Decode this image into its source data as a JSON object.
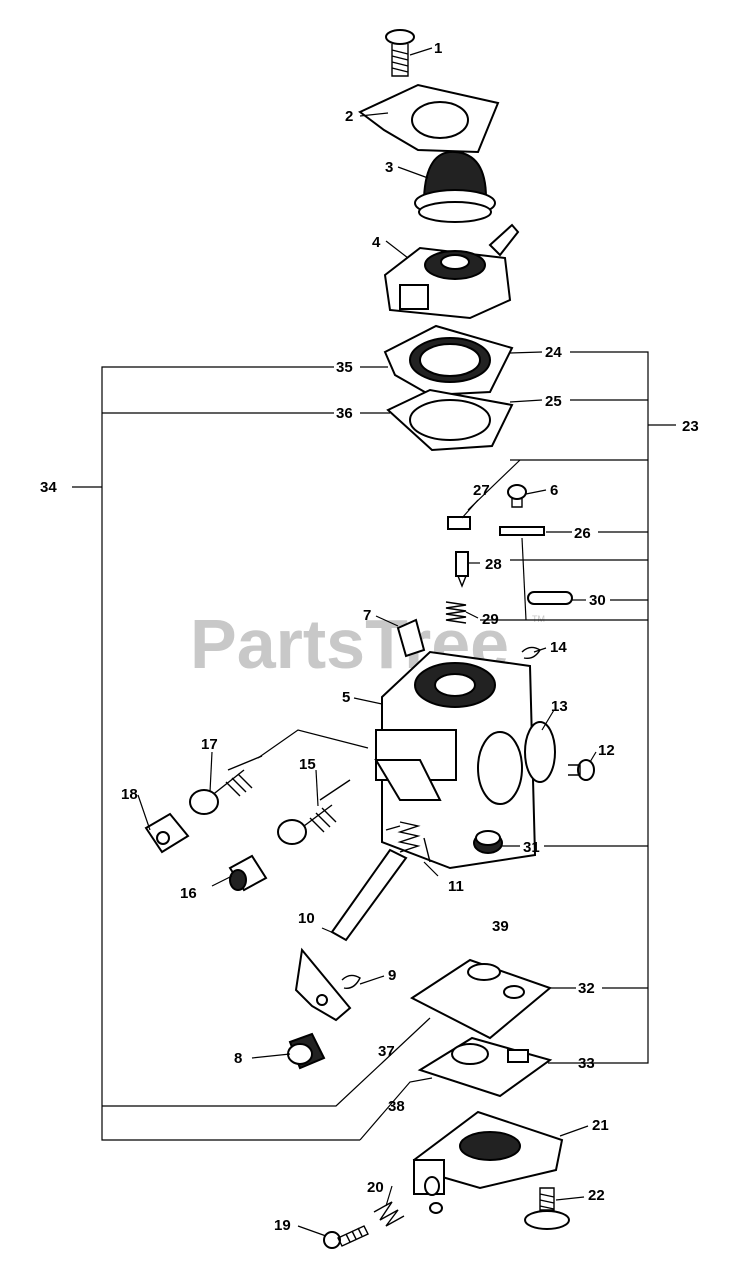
{
  "watermark": {
    "text": "PartsTree",
    "trademark": "TM"
  },
  "parts": [
    {
      "id": "p1",
      "label": "1"
    },
    {
      "id": "p2",
      "label": "2"
    },
    {
      "id": "p3",
      "label": "3"
    },
    {
      "id": "p4",
      "label": "4"
    },
    {
      "id": "p5",
      "label": "5"
    },
    {
      "id": "p6",
      "label": "6"
    },
    {
      "id": "p7",
      "label": "7"
    },
    {
      "id": "p8",
      "label": "8"
    },
    {
      "id": "p9",
      "label": "9"
    },
    {
      "id": "p10",
      "label": "10"
    },
    {
      "id": "p11",
      "label": "11"
    },
    {
      "id": "p12",
      "label": "12"
    },
    {
      "id": "p13",
      "label": "13"
    },
    {
      "id": "p14",
      "label": "14"
    },
    {
      "id": "p15",
      "label": "15"
    },
    {
      "id": "p16",
      "label": "16"
    },
    {
      "id": "p17",
      "label": "17"
    },
    {
      "id": "p18",
      "label": "18"
    },
    {
      "id": "p19",
      "label": "19"
    },
    {
      "id": "p20",
      "label": "20"
    },
    {
      "id": "p21",
      "label": "21"
    },
    {
      "id": "p22",
      "label": "22"
    },
    {
      "id": "p23",
      "label": "23"
    },
    {
      "id": "p24",
      "label": "24"
    },
    {
      "id": "p25",
      "label": "25"
    },
    {
      "id": "p26",
      "label": "26"
    },
    {
      "id": "p27",
      "label": "27"
    },
    {
      "id": "p28",
      "label": "28"
    },
    {
      "id": "p29",
      "label": "29"
    },
    {
      "id": "p30",
      "label": "30"
    },
    {
      "id": "p31",
      "label": "31"
    },
    {
      "id": "p32",
      "label": "32"
    },
    {
      "id": "p33",
      "label": "33"
    },
    {
      "id": "p34",
      "label": "34"
    },
    {
      "id": "p35",
      "label": "35"
    },
    {
      "id": "p36",
      "label": "36"
    },
    {
      "id": "p37",
      "label": "37"
    },
    {
      "id": "p38",
      "label": "38"
    },
    {
      "id": "p39",
      "label": "39"
    }
  ]
}
